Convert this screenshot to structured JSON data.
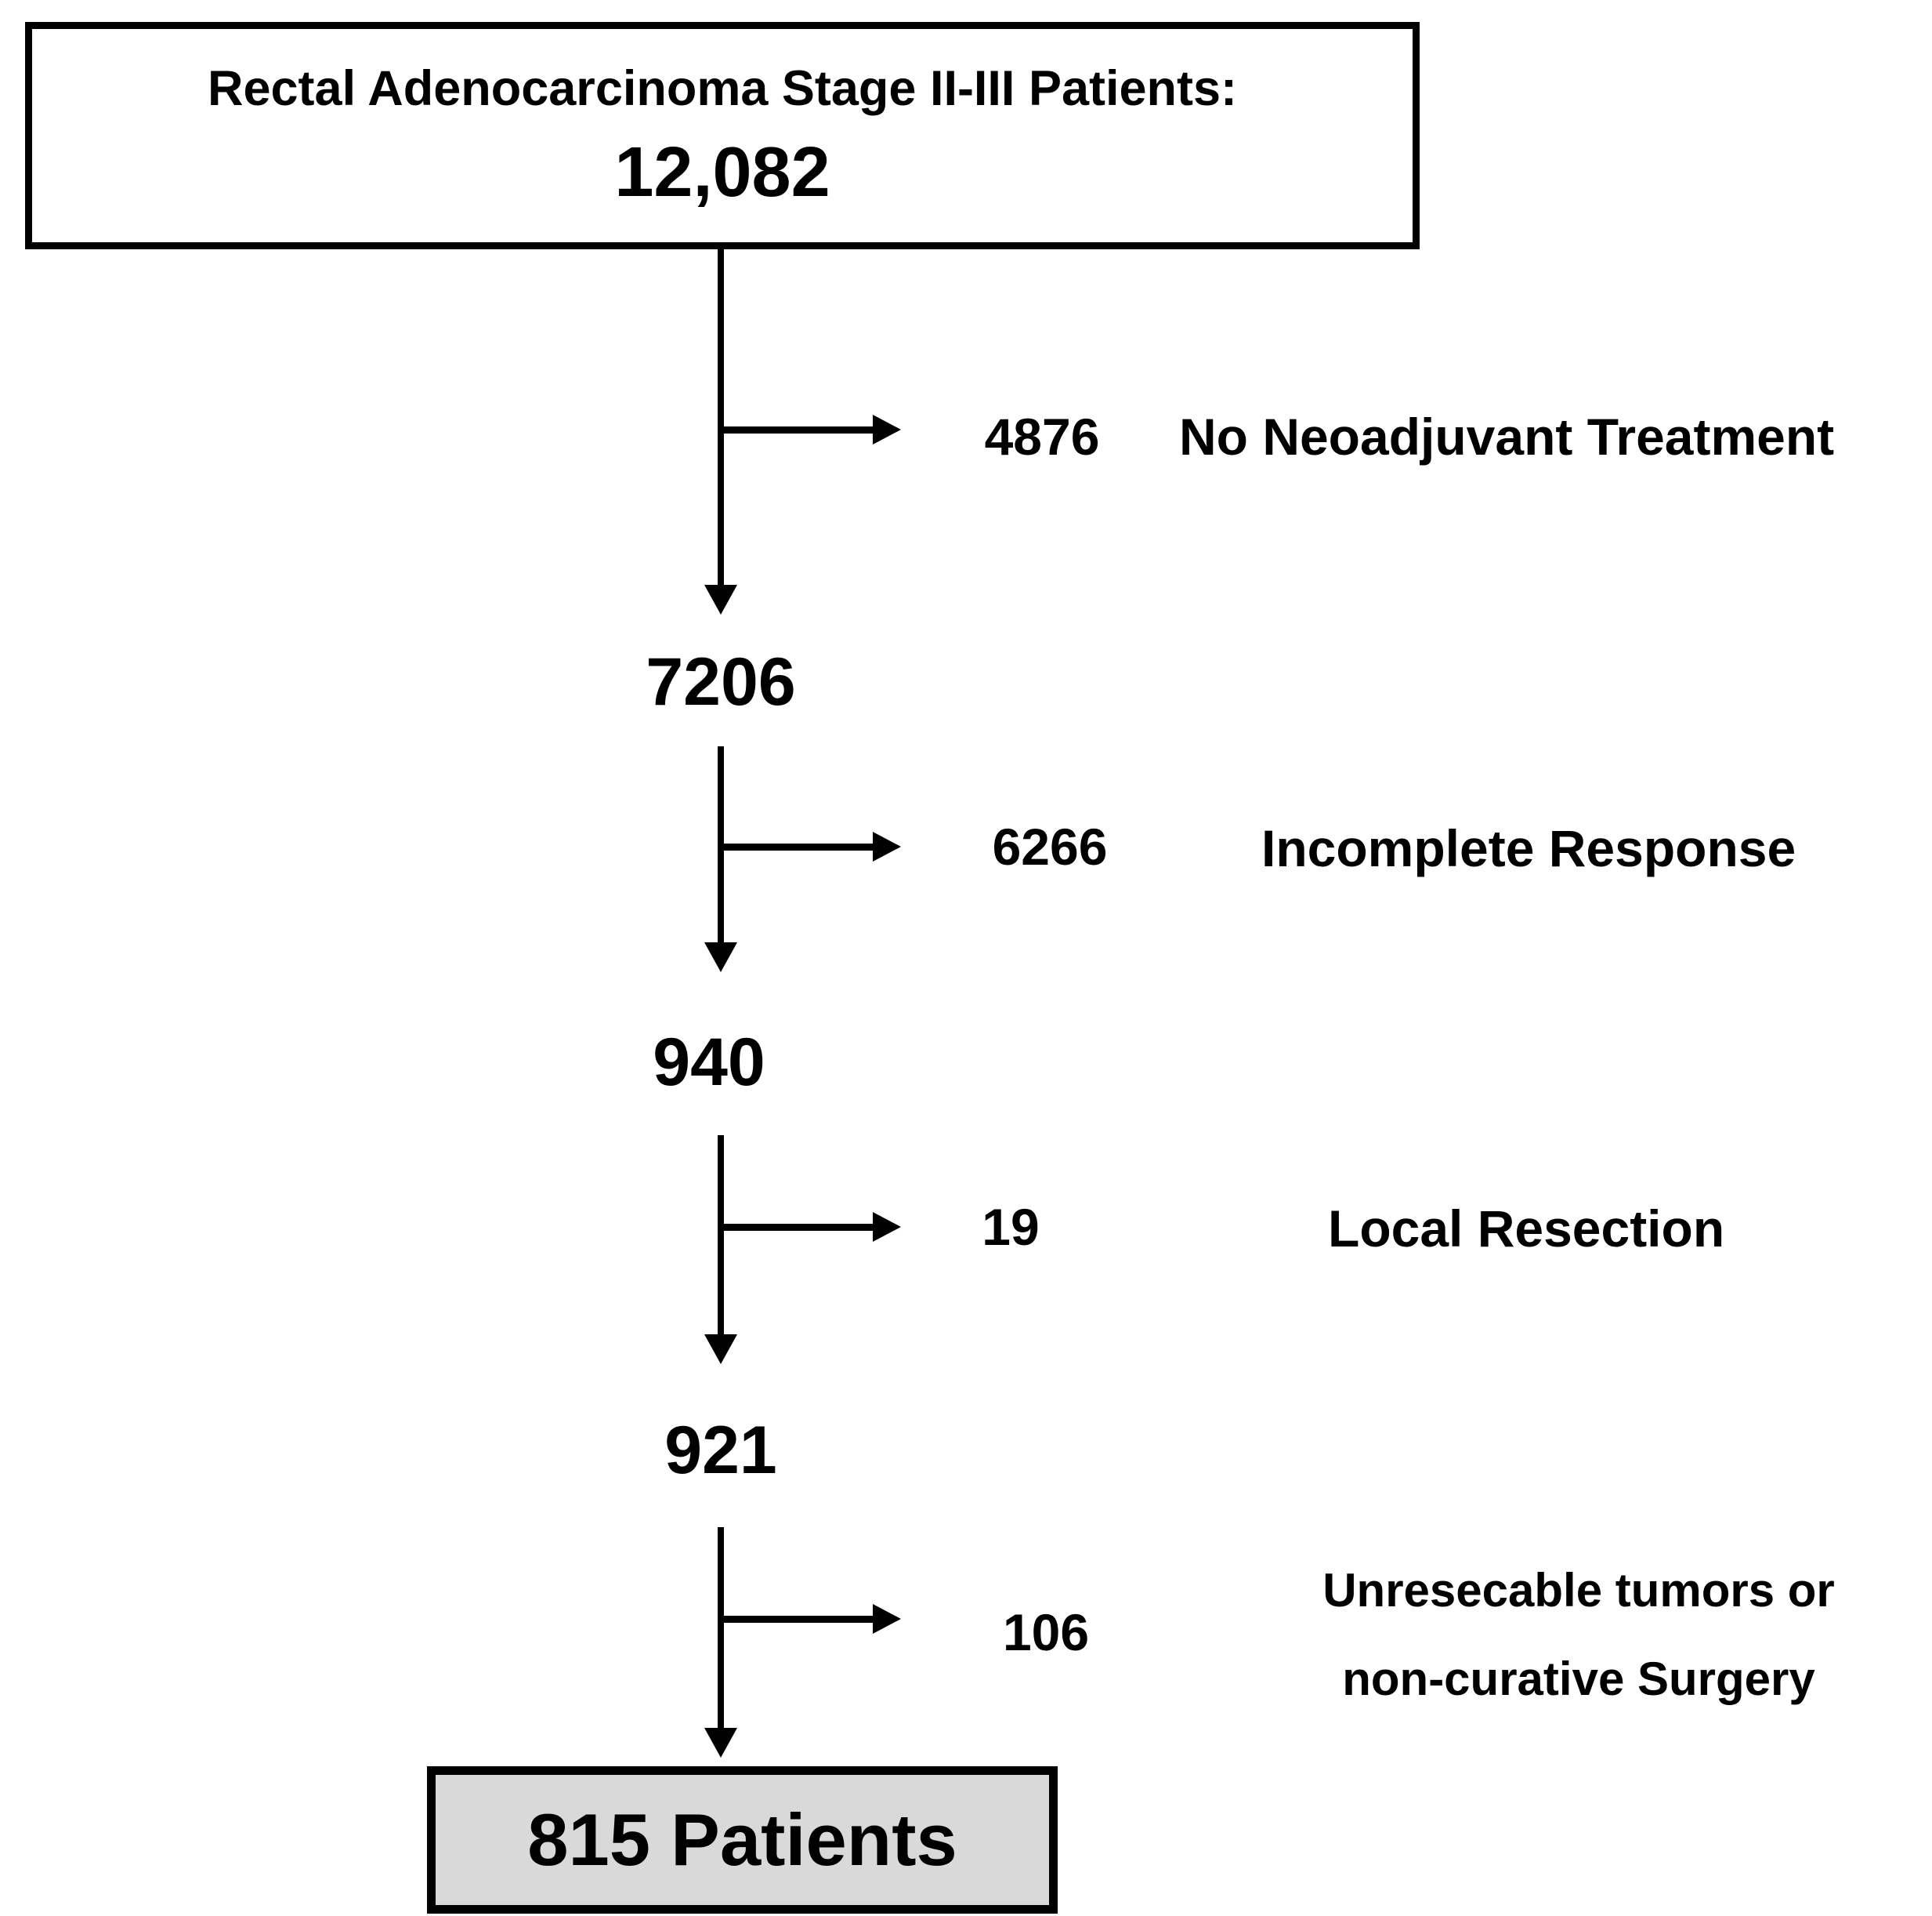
{
  "diagram": {
    "start_box": {
      "label": "Rectal Adenocarcinoma Stage II-III Patients:",
      "value": "12,082"
    },
    "steps": [
      {
        "excluded_value": "4876",
        "excluded_label": "No Neoadjuvant Treatment",
        "remaining": "7206"
      },
      {
        "excluded_value": "6266",
        "excluded_label": "Incomplete Response",
        "remaining": "940"
      },
      {
        "excluded_value": "19",
        "excluded_label": "Local Resection",
        "remaining": "921"
      },
      {
        "excluded_value": "106",
        "excluded_label_line1": "Unresecable tumors or",
        "excluded_label_line2": "non-curative Surgery"
      }
    ],
    "end_box": {
      "label": "815 Patients"
    },
    "colors": {
      "border": "#000000",
      "line": "#000000",
      "text": "#000000",
      "start_box_fill": "#ffffff",
      "end_box_fill": "#d9d9d9",
      "background": "#ffffff"
    }
  }
}
